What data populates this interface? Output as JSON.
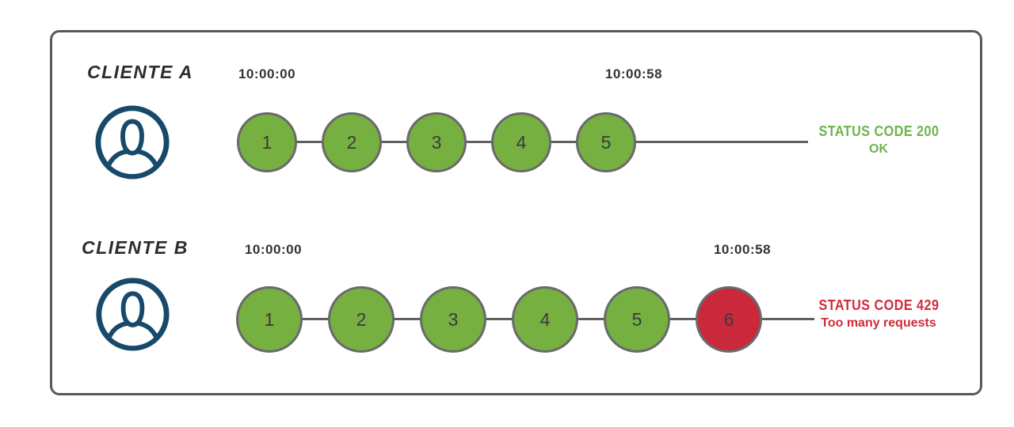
{
  "rows": [
    {
      "client": "CLIENTE A",
      "start_time": "10:00:00",
      "end_time": "10:00:58",
      "requests": [
        {
          "label": "1",
          "status": "accepted"
        },
        {
          "label": "2",
          "status": "accepted"
        },
        {
          "label": "3",
          "status": "accepted"
        },
        {
          "label": "4",
          "status": "accepted"
        },
        {
          "label": "5",
          "status": "accepted"
        }
      ],
      "status": {
        "line1": "STATUS CODE 200",
        "line2": "OK"
      }
    },
    {
      "client": "CLIENTE B",
      "start_time": "10:00:00",
      "end_time": "10:00:58",
      "requests": [
        {
          "label": "1",
          "status": "accepted"
        },
        {
          "label": "2",
          "status": "accepted"
        },
        {
          "label": "3",
          "status": "accepted"
        },
        {
          "label": "4",
          "status": "accepted"
        },
        {
          "label": "5",
          "status": "accepted"
        },
        {
          "label": "6",
          "status": "rejected"
        }
      ],
      "status": {
        "line1": "STATUS CODE 429",
        "line2": "Too many requests"
      }
    }
  ],
  "icons": {
    "avatar": "user-avatar-icon"
  },
  "colors": {
    "request_accepted": "#76b041",
    "request_rejected": "#c9293a",
    "status_ok_text": "#6cb44d",
    "status_error_text": "#d02c3a",
    "avatar_stroke": "#17496b",
    "frame_border": "#595959",
    "connector": "#606060",
    "timestamp_text": "#333333"
  }
}
